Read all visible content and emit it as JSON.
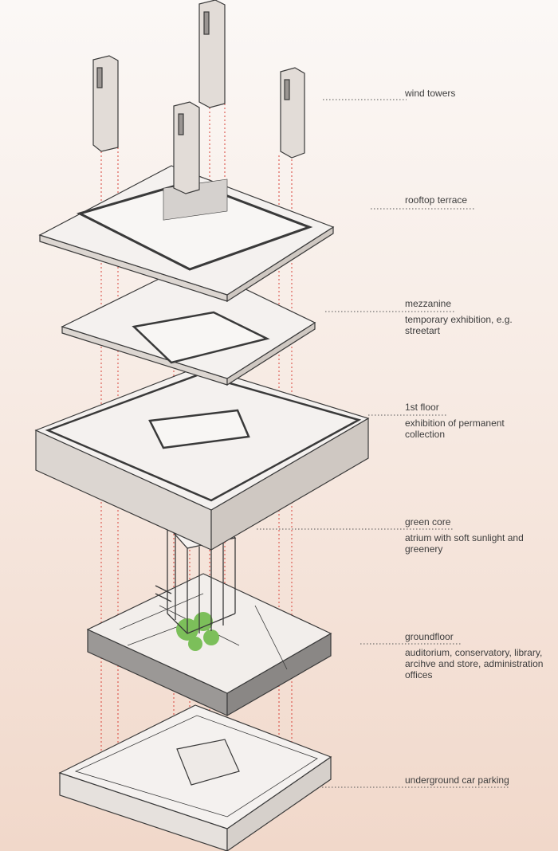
{
  "layers": [
    {
      "name": "wind towers",
      "description": ""
    },
    {
      "name": "rooftop terrace",
      "description": ""
    },
    {
      "name": "mezzanine",
      "description": "temporary exhibition, e.g. streetart"
    },
    {
      "name": "1st floor",
      "description": "exhibition of permanent collection"
    },
    {
      "name": "green core",
      "description": "atrium with soft sunlight and greenery"
    },
    {
      "name": "groundfloor",
      "description": "auditorium, conservatory, library, arcihve and store, administration offices"
    },
    {
      "name": "underground car parking",
      "description": ""
    }
  ],
  "colors": {
    "axis_lines": "#d9433a",
    "outline": "#3a3a3a",
    "fill": "#f4f1ef",
    "tower": "#e2dcd7",
    "greenery": "#7cbf5a"
  }
}
